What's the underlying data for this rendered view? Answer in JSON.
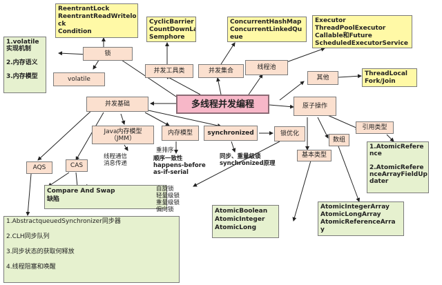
{
  "center": "多线程并发编程",
  "nodes": {
    "lock": "锁",
    "tools": "并发工具类",
    "collections": "并发集合",
    "threadpool": "线程池",
    "other": "其他",
    "basics": "并发基础",
    "atomic": "原子操作",
    "volatile": "volatile",
    "jmm": "Java内存模型\n（JMM）",
    "memmodel": "内存模型",
    "sync": "synchronized",
    "lockopt": "锁优化",
    "array": "数组",
    "reftype": "引用类型",
    "basictype": "基本类型",
    "aqs": "AQS",
    "cas": "CAS",
    "reorder": "重排序"
  },
  "notes": {
    "locks": "ReentrantLock\nReentrantReadWritelo\nck\nCondition",
    "cyclic": "CyclicBarrier\nCountDownLatch\nSemphore",
    "concurrent": "ConcurrentHashMap\nConcurrentLinkedQu\neue",
    "executor": "Executor\nThreadPoolExecutor\nCallable和Future\nScheduledExecutorService",
    "threadlocal": "ThreadLocal\nFork/Join",
    "volatile_items": "1.volatile\n实现机制\n\n2.内存语义\n\n3.内存模型",
    "comm": "线程通信\n消息传递",
    "consistency": "顺序一致性\nhappens-before\nas-if-serial",
    "syncprinciple": "同步、重量级锁\nsynchronized原理",
    "locklevels": "自旋锁\n轻量级锁\n重量级锁\n偏向锁",
    "atomicref": "1.AtomicRefere\nnce\n\n2.AtomicRefere\nnceArrayFieldUp\ndater",
    "casdesc": "Compare And Swap\n缺陷",
    "atomicbasic": "AtomicBoolean\nAtomicInteger\nAtomicLong",
    "atomicarray": "AtomicIntegerArray\nAtomicLongArray\nAtomicReferenceArra\ny",
    "aqs_items": "1.AbstractqueuedSynchronizer同步器\n\n2.CLH同步队列\n\n3.同步状态的获取何释放\n\n4.线程阻塞和唤醒"
  }
}
